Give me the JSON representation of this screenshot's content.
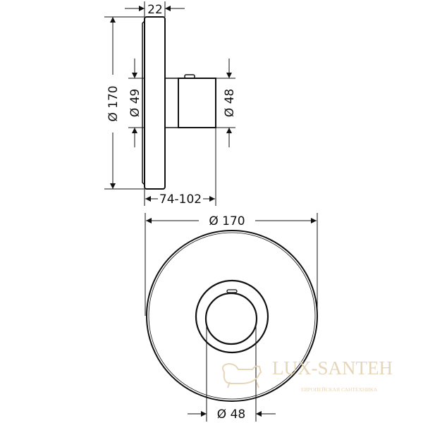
{
  "side_view": {
    "plate_thickness": "22",
    "plate_diameter": "Ø 170",
    "body_diameter": "Ø 49",
    "handle_diameter": "Ø 48",
    "depth_range": "74-102"
  },
  "front_view": {
    "plate_diameter": "Ø 170",
    "handle_diameter": "Ø 48"
  },
  "watermark": {
    "brand": "LUX-SANTEH",
    "tagline": "ЕВРОПЕЙСКАЯ САНТЕХНИКА",
    "color": "#e3d2b2"
  },
  "line_color": "#111111"
}
